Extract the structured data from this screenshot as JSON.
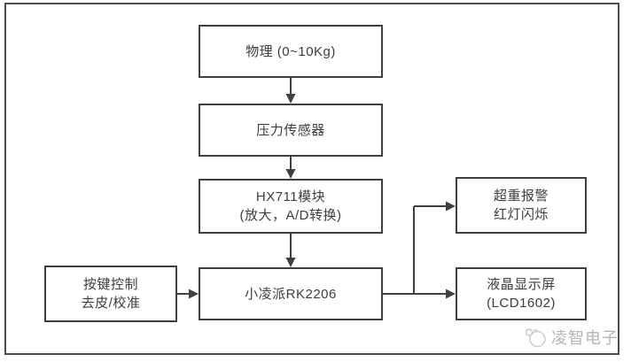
{
  "diagram": {
    "title_implicit": "",
    "boxes": {
      "physical": {
        "lines": [
          "物理 (0~10Kg)"
        ]
      },
      "pressure": {
        "lines": [
          "压力传感器"
        ]
      },
      "hx711": {
        "lines": [
          "HX711模块",
          "(放大，A/D转换)"
        ]
      },
      "rk2206": {
        "lines": [
          "小凌派RK2206"
        ]
      },
      "keys": {
        "lines": [
          "按键控制",
          "去皮/校准"
        ]
      },
      "alarm": {
        "lines": [
          "超重报警",
          "红灯闪烁"
        ]
      },
      "lcd": {
        "lines": [
          "液晶显示屏",
          "(LCD1602)"
        ]
      }
    },
    "connections": [
      {
        "from": "physical",
        "to": "pressure"
      },
      {
        "from": "pressure",
        "to": "hx711"
      },
      {
        "from": "hx711",
        "to": "rk2206"
      },
      {
        "from": "keys",
        "to": "rk2206"
      },
      {
        "from": "rk2206",
        "to": "alarm"
      },
      {
        "from": "rk2206",
        "to": "lcd"
      }
    ],
    "colors": {
      "line": "#404040",
      "box_border": "#404040",
      "text": "#3d3d3d",
      "frame_border": "#4d4d4d",
      "watermark": "#b5b5b5"
    },
    "watermark": {
      "brand": "凌智电子"
    }
  }
}
